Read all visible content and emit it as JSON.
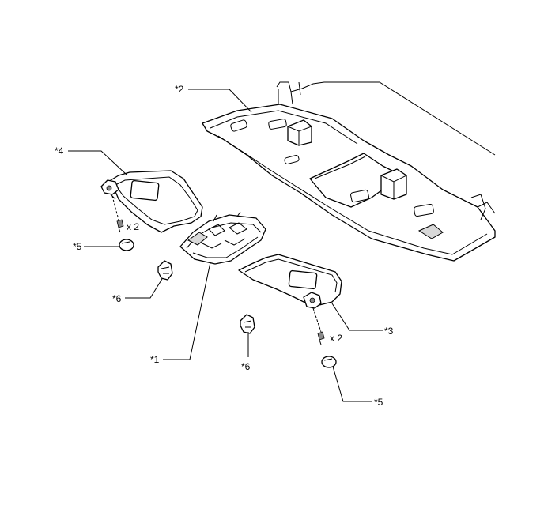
{
  "labels": {
    "p1": "*1",
    "p2": "*2",
    "p3": "*3",
    "p4": "*4",
    "p5_left": "*5",
    "p5_right": "*5",
    "p6_left": "*6",
    "p6_center": "*6",
    "qty_left": "x 2",
    "qty_right": "x 2"
  }
}
